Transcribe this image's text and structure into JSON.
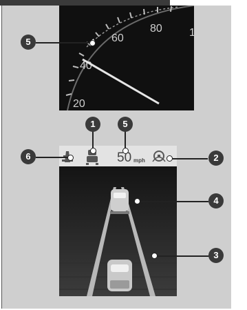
{
  "speedometer": {
    "tick_labels": [
      "20",
      "40",
      "60",
      "80",
      "1"
    ]
  },
  "info_bar": {
    "set_speed_value": "50",
    "set_speed_unit": "mph"
  },
  "callouts": [
    {
      "number": "1"
    },
    {
      "number": "2"
    },
    {
      "number": "3"
    },
    {
      "number": "4"
    },
    {
      "number": "5"
    },
    {
      "number": "5"
    },
    {
      "number": "6"
    }
  ],
  "colors": {
    "background_panel": "#cfcfcf",
    "callout_fill": "#3a3a3a",
    "display_bg": "#161616",
    "lane_line": "#b8b8b8"
  },
  "icons": [
    "lane-keeping-icon",
    "acc-vehicle-icon",
    "steering-wheel-icon",
    "lead-vehicle-icon",
    "own-vehicle-icon"
  ]
}
